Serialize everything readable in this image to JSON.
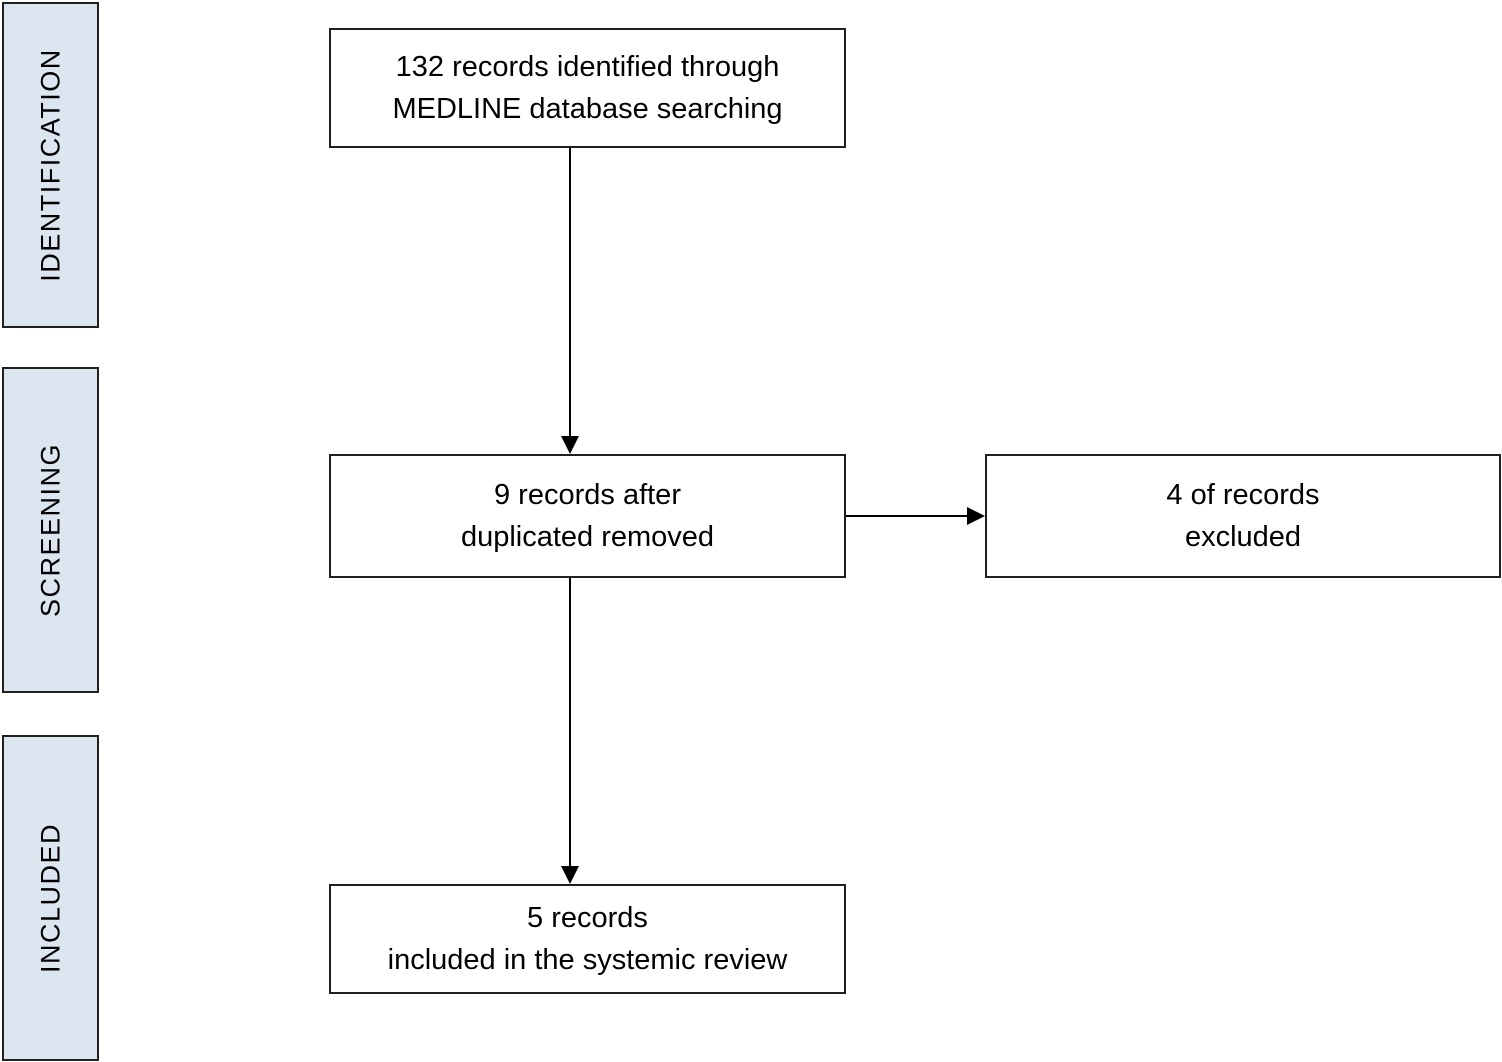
{
  "phases": {
    "identification": "IDENTIFICATION",
    "screening": "SCREENING",
    "included": "INCLUDED"
  },
  "boxes": {
    "identified": {
      "line1": "132 records identified through",
      "line2": "MEDLINE database searching"
    },
    "screened": {
      "line1": "9 records after",
      "line2": "duplicated removed"
    },
    "excluded": {
      "line1": "4 of records",
      "line2": "excluded"
    },
    "included": {
      "line1": "5 records",
      "line2": "included in the systemic review"
    }
  },
  "colors": {
    "phase_fill": "#dce6f1",
    "border": "#1f1f1f",
    "box_fill": "#ffffff"
  }
}
